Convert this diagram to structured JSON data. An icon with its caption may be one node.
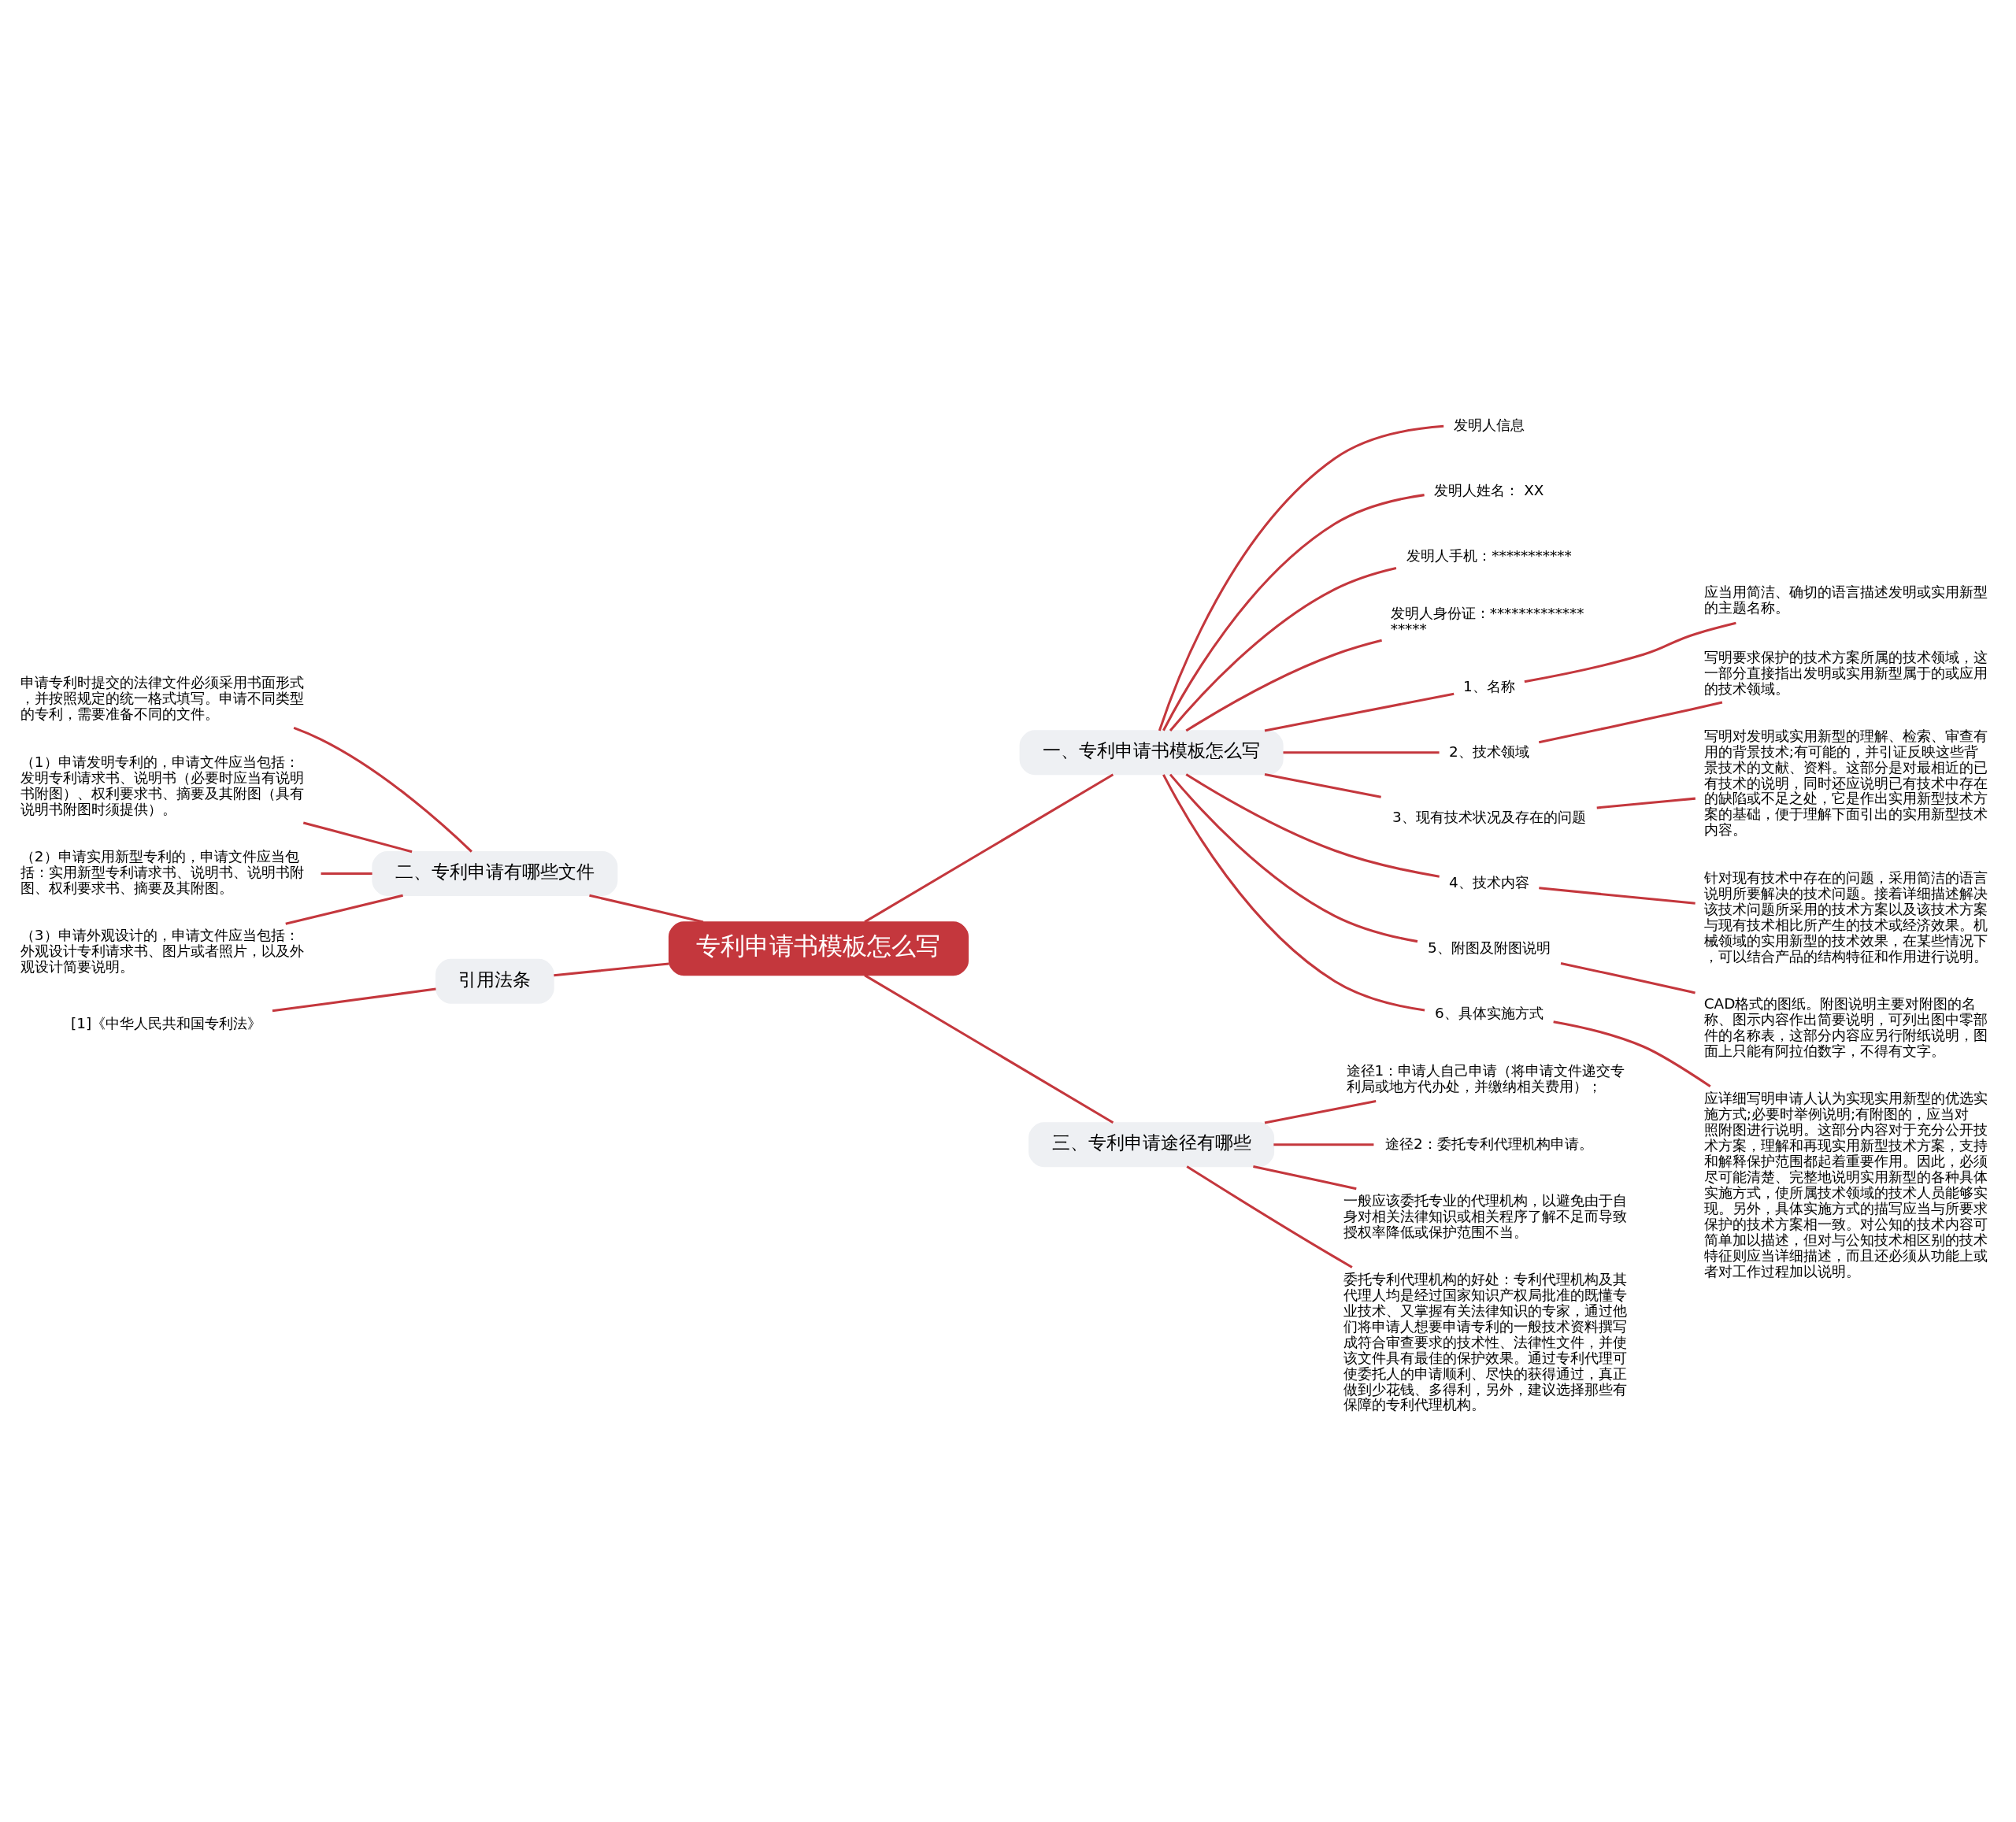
{
  "diagram": {
    "nodes": [
      {
        "text": [
          "专利申请书模板怎么写"
        ]
      },
      {
        "text": [
          "一、专利申请书模板怎么写"
        ]
      },
      {
        "text": [
          "发明人信息"
        ]
      },
      {
        "text": [
          "发明人姓名： XX"
        ]
      },
      {
        "text": [
          "发明人手机：***********"
        ]
      },
      {
        "text": [
          "发明人身份证：******************"
        ]
      },
      {
        "text": [
          "1、名称"
        ]
      },
      {
        "text": [
          "应当用简洁、确切的语言描述发明或实用新型的主题名称。"
        ]
      },
      {
        "text": [
          "2、技术领域"
        ]
      },
      {
        "text": [
          "写明要求保护的技术方案所属的技术领域，这一部分直接指出发明或实用新型属于的或应用的技术领域。"
        ]
      },
      {
        "text": [
          "3、现有技术状况及存在的问题"
        ]
      },
      {
        "text": [
          "写明对发明或实用新型的理解、检索、审查有用的背景技术;有可能的，并引证反映这些背景技术的文献、资料。这部分是对最相近的已有技术的说明，同时还应说明已有技术中存在的缺陷或不足之处，它是作出实用新型技术方案的基础，便于理解下面引出的实用新型技术内容。"
        ]
      },
      {
        "text": [
          "4、技术内容"
        ]
      },
      {
        "text": [
          "针对现有技术中存在的问题，采用简洁的语言说明所要解决的技术问题。接着详细描述解决该技术问题所采用的技术方案以及该技术方案与现有技术相比所产生的技术或经济效果。机械领域的实用新型的技术效果，在某些情况下，可以结合产品的结构特征和作用进行说明。"
        ]
      },
      {
        "text": [
          "5、附图及附图说明"
        ]
      },
      {
        "text": [
          "CAD格式的图纸。附图说明主要对附图的名称、图示内容作出简要说明，可列出图中零部件的名称表，这部分内容应另行附纸说明，图面上只能有阿拉伯数字，不得有文字。"
        ]
      },
      {
        "text": [
          "6、具体实施方式"
        ]
      },
      {
        "text": [
          "应详细写明申请人认为实现实用新型的优选实施方式;必要时举例说明;有附图的，应当对照附图进行说明。这部分内容对于充分公开技术方案，理解和再现实用新型技术方案，支持和解释保护范围都起着重要作用。因此，必须尽可能清楚、完整地说明实用新型的各种具体实施方式，使所属技术领域的技术人员能够实现。另外，具体实施方式的描写应当与所要求保护的技术方案相一致。对公知的技术内容可简单加以描述，但对与公知技术相区别的技术特征则应当详细描述，而且还必须从功能上或者对工作过程加以说明。"
        ]
      },
      {
        "text": [
          "二、专利申请有哪些文件"
        ]
      },
      {
        "text": [
          "申请专利时提交的法律文件必须采用书面形式，并按照规定的统一格式填写。申请不同类型的专利，需要准备不同的文件。"
        ]
      },
      {
        "text": [
          "（1）申请发明专利的，申请文件应当包括：发明专利请求书、说明书（必要时应当有说明书附图）、权利要求书、摘要及其附图（具有说明书附图时须提供）。"
        ]
      },
      {
        "text": [
          "（2）申请实用新型专利的，申请文件应当包括：实用新型专利请求书、说明书、说明书附图、权利要求书、摘要及其附图。"
        ]
      },
      {
        "text": [
          "（3）申请外观设计的，申请文件应当包括：外观设计专利请求书、图片或者照片，以及外观设计简要说明。"
        ]
      },
      {
        "text": [
          "引用法条"
        ]
      },
      {
        "text": [
          "[1]《中华人民共和国专利法》"
        ]
      },
      {
        "text": [
          "三、专利申请途径有哪些"
        ]
      },
      {
        "text": [
          "途径1：申请人自己申请（将申请文件递交专利局或地方代办处，并缴纳相关费用）；"
        ]
      },
      {
        "text": [
          "途径2：委托专利代理机构申请。"
        ]
      },
      {
        "text": [
          "一般应该委托专业的代理机构，以避免由于自身对相关法律知识或相关程序了解不足而导致授权率降低或保护范围不当。"
        ]
      },
      {
        "text": [
          "委托专利代理机构的好处：专利代理机构及其代理人均是经过国家知识产权局批准的既懂专业技术、又掌握有关法律知识的专家，通过他们将申请人想要申请专利的一般技术资料撰写成符合审查要求的技术性、法律性文件，并使该文件具有最佳的保护效果。通过专利代理可使委托人的申请顺利、尽快的获得通过，真正做到少花钱、多得利，另外，建议选择那些有保障的专利代理机构。"
        ]
      }
    ],
    "edges": [
      {
        "from": 0,
        "to": 1,
        "arrow": "none"
      },
      {
        "from": 1,
        "to": 2,
        "arrow": "none"
      },
      {
        "from": 1,
        "to": 3,
        "arrow": "none"
      },
      {
        "from": 1,
        "to": 4,
        "arrow": "none"
      },
      {
        "from": 1,
        "to": 5,
        "arrow": "none"
      },
      {
        "from": 1,
        "to": 6,
        "arrow": "none"
      },
      {
        "from": 6,
        "to": 7,
        "arrow": "none"
      },
      {
        "from": 1,
        "to": 8,
        "arrow": "none"
      },
      {
        "from": 8,
        "to": 9,
        "arrow": "none"
      },
      {
        "from": 1,
        "to": 10,
        "arrow": "none"
      },
      {
        "from": 10,
        "to": 11,
        "arrow": "none"
      },
      {
        "from": 1,
        "to": 12,
        "arrow": "none"
      },
      {
        "from": 12,
        "to": 13,
        "arrow": "none"
      },
      {
        "from": 1,
        "to": 14,
        "arrow": "none"
      },
      {
        "from": 14,
        "to": 15,
        "arrow": "none"
      },
      {
        "from": 1,
        "to": 16,
        "arrow": "none"
      },
      {
        "from": 16,
        "to": 17,
        "arrow": "none"
      },
      {
        "from": 0,
        "to": 18,
        "arrow": "none"
      },
      {
        "from": 18,
        "to": 19,
        "arrow": "none"
      },
      {
        "from": 18,
        "to": 20,
        "arrow": "none"
      },
      {
        "from": 18,
        "to": 21,
        "arrow": "none"
      },
      {
        "from": 18,
        "to": 22,
        "arrow": "none"
      },
      {
        "from": 0,
        "to": 23,
        "arrow": "none"
      },
      {
        "from": 23,
        "to": 24,
        "arrow": "none"
      },
      {
        "from": 0,
        "to": 25,
        "arrow": "none"
      },
      {
        "from": 25,
        "to": 26,
        "arrow": "none"
      },
      {
        "from": 25,
        "to": 27,
        "arrow": "none"
      },
      {
        "from": 25,
        "to": 28,
        "arrow": "none"
      },
      {
        "from": 25,
        "to": 29,
        "arrow": "none"
      }
    ]
  }
}
